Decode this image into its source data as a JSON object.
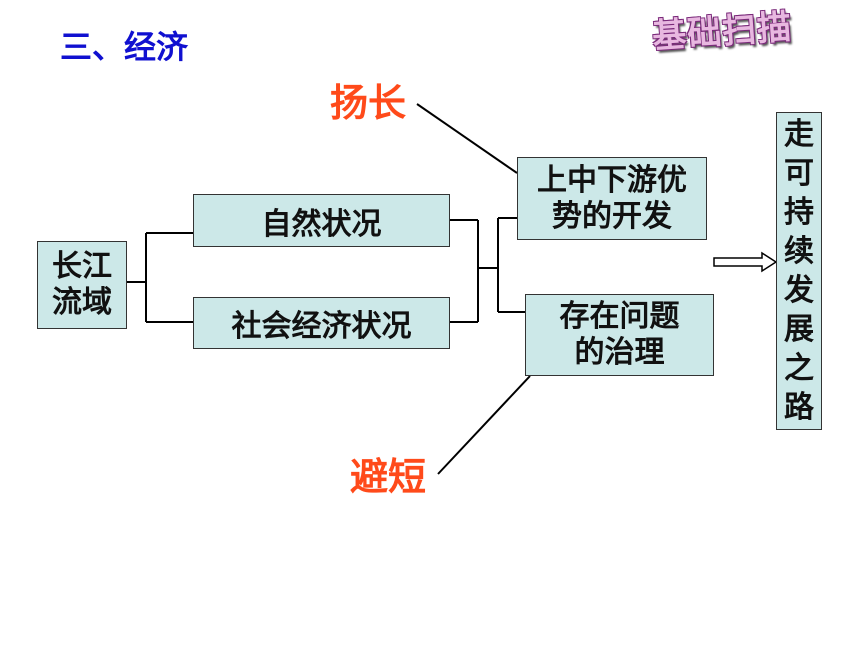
{
  "title": "三、经济",
  "badge": "基础扫描",
  "nodes": {
    "root": "长江流域",
    "natural": "自然状况",
    "social": "社会经济状况",
    "develop": "上中下游优势的开发",
    "govern": "存在问题的治理",
    "final": "走可持续发展之路"
  },
  "labels": {
    "strength": "扬长",
    "weakness": "避短"
  }
}
